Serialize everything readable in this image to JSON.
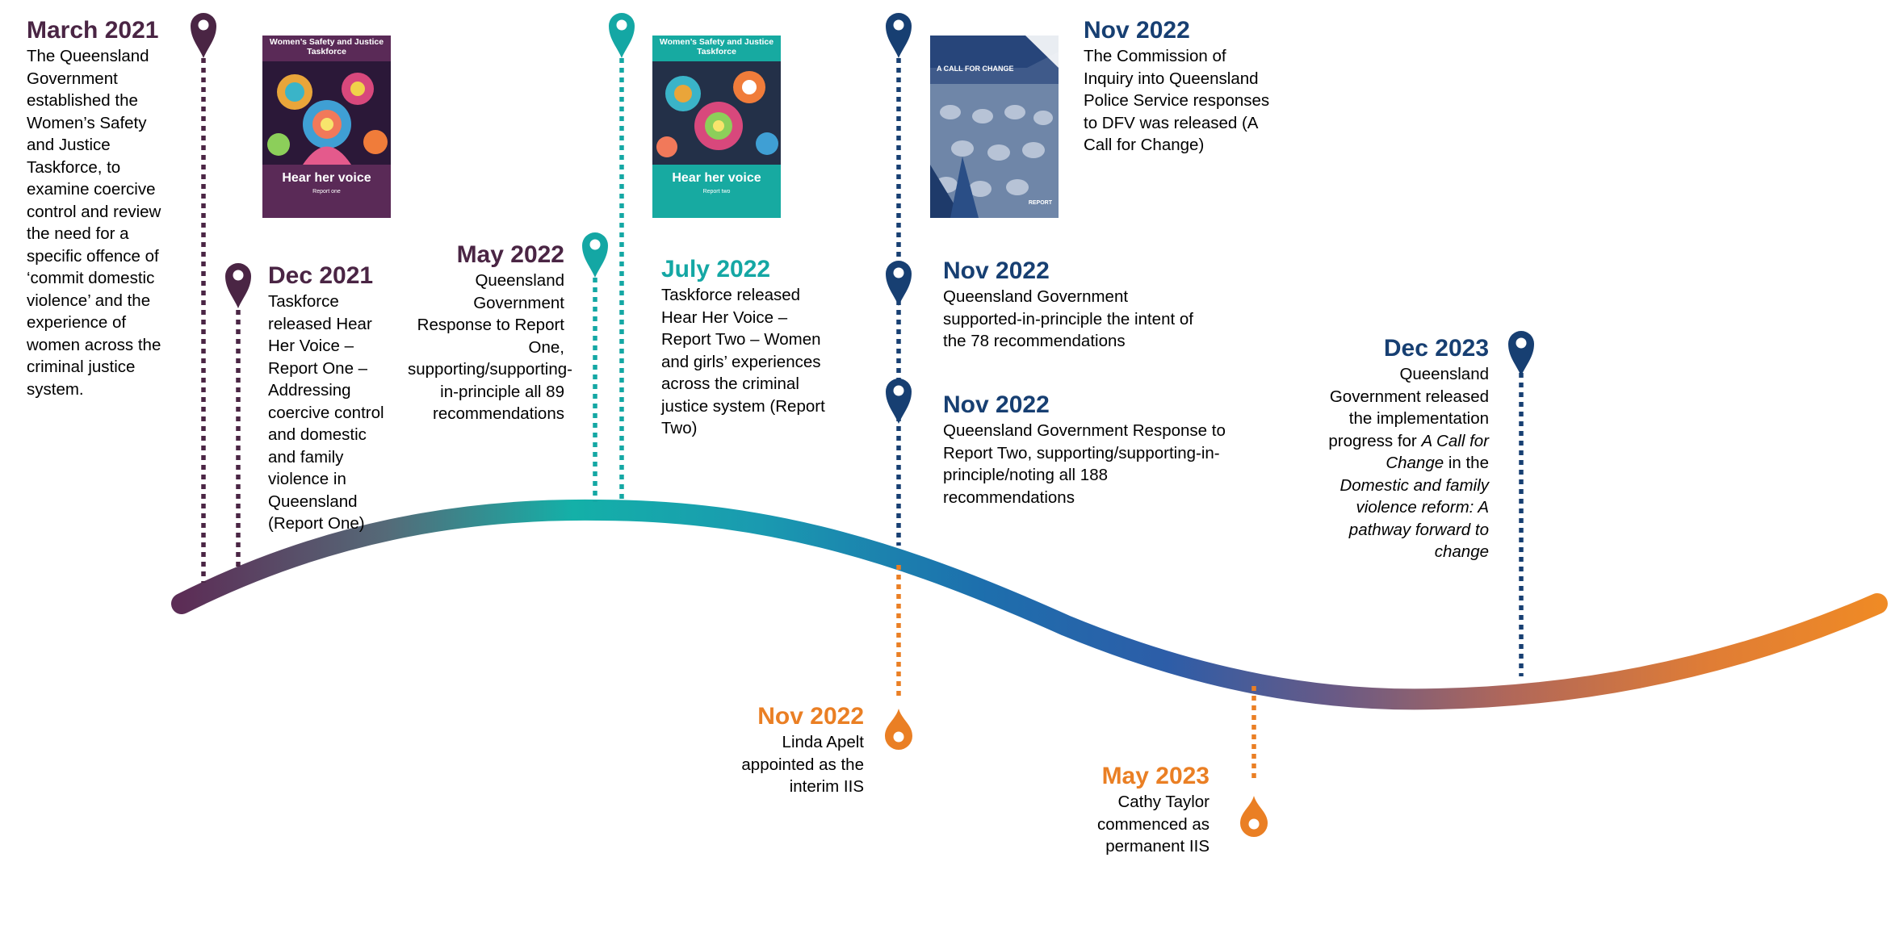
{
  "colors": {
    "plum": "#4a2544",
    "teal": "#14a7a4",
    "blue": "#2d5da8",
    "navy": "#173f72",
    "orange": "#ea7f24"
  },
  "events": {
    "mar2021": {
      "date": "March 2021",
      "desc": "The Queensland Government established the Women’s Safety and Justice Taskforce, to examine coercive control and review the need for a specific offence of ‘commit domestic violence’ and the experience of women across the criminal justice system."
    },
    "dec2021": {
      "date": "Dec 2021",
      "desc": "Taskforce released Hear Her Voice – Report One – Addressing coercive control and domestic and family violence in Queensland (Report One)"
    },
    "may2022": {
      "date": "May 2022",
      "desc": "Queensland Government Response to Report One, supporting/supporting-in-principle all 89 recommendations"
    },
    "jul2022": {
      "date": "July 2022",
      "desc": "Taskforce released Hear Her Voice – Report Two – Women and girls’ experiences across the criminal justice system (Report Two)"
    },
    "nov2022a": {
      "date": "Nov 2022",
      "desc": "The Commission of Inquiry into Queensland Police Service responses to DFV was released (A Call for Change)"
    },
    "nov2022b": {
      "date": "Nov 2022",
      "desc": "Queensland Government supported-in-principle the intent of the 78 recommendations"
    },
    "nov2022c": {
      "date": "Nov 2022",
      "desc": "Queensland Government Response to Report Two, supporting/supporting-in-principle/noting all 188 recommendations"
    },
    "nov2022d": {
      "date": "Nov 2022",
      "desc": "Linda Apelt appointed as the interim IIS"
    },
    "may2023": {
      "date": "May 2023",
      "desc": "Cathy Taylor commenced as permanent IIS"
    },
    "dec2023": {
      "date": "Dec 2023",
      "desc_pre": "Queensland Government released the implementation progress for ",
      "desc_it1": "A Call for Change",
      "desc_mid": " in the ",
      "desc_it2": "Domestic and family violence reform: A pathway forward to change"
    }
  },
  "covers": {
    "report1": {
      "header": "Women’s Safety and Justice Taskforce",
      "title": "Hear her voice",
      "subtitle": "Report one"
    },
    "report2": {
      "header": "Women’s Safety and Justice Taskforce",
      "title": "Hear her voice",
      "subtitle": "Report two"
    },
    "callforchange": {
      "title": "A CALL FOR CHANGE",
      "footer": "REPORT"
    }
  }
}
